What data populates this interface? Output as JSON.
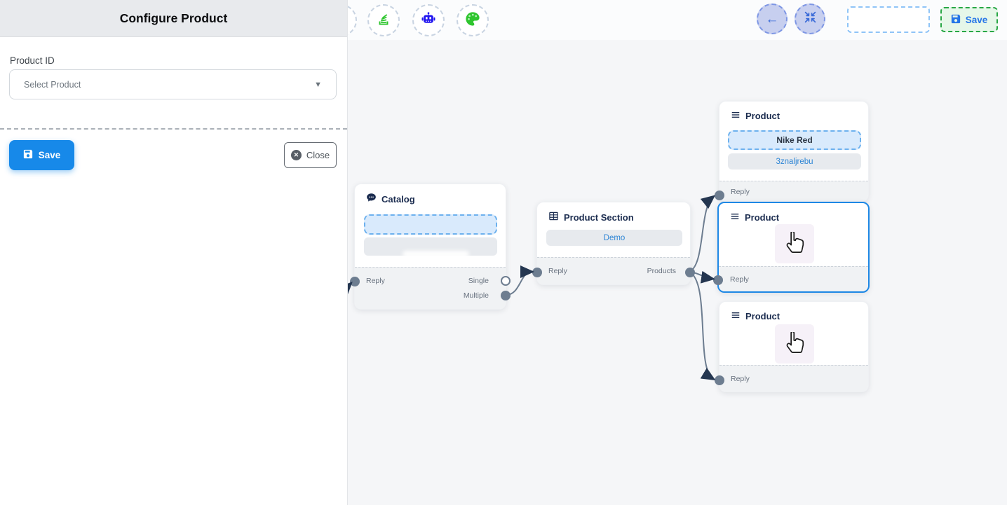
{
  "panel": {
    "title": "Configure Product",
    "product_id_label": "Product ID",
    "select_placeholder": "Select Product",
    "save_label": "Save",
    "close_label": "Close"
  },
  "topbar": {
    "save_label": "Save",
    "icons": [
      "stack-icon",
      "robot-icon",
      "palette-icon",
      "arrow-left-icon",
      "compress-icon"
    ]
  },
  "nodes": {
    "catalog": {
      "title": "Catalog",
      "reply_label": "Reply",
      "single_label": "Single",
      "multiple_label": "Multiple"
    },
    "product_section": {
      "title": "Product Section",
      "option_label": "Demo",
      "reply_label": "Reply",
      "products_label": "Products"
    },
    "product_top": {
      "title": "Product",
      "product_name": "Nike Red",
      "product_id": "3znaljrebu",
      "reply_label": "Reply"
    },
    "product_middle": {
      "title": "Product",
      "reply_label": "Reply"
    },
    "product_bottom": {
      "title": "Product",
      "reply_label": "Reply"
    }
  },
  "colors": {
    "panel_save_blue": "#1789e9",
    "selected_node_border": "#1e88e5",
    "link_text_blue": "#2f86d5",
    "edge_gray": "#6d7d90",
    "toolbar_green": "#2ec52e",
    "robot_blue": "#2317f0",
    "save_green_border": "#28a745",
    "node_title_navy": "#1b2c4f"
  }
}
